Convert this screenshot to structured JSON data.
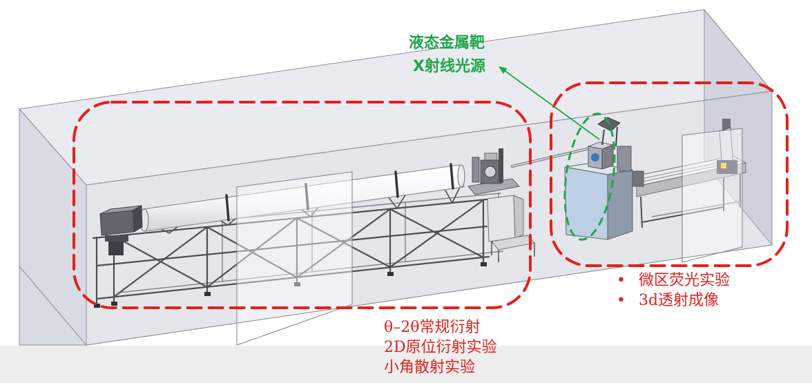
{
  "source_label": {
    "lines": [
      "液态金属靶",
      "X射线光源"
    ]
  },
  "right_station": {
    "bullet": "•",
    "items": [
      "微区荧光实验",
      "3d透射成像"
    ]
  },
  "left_station": {
    "lines": [
      "θ–2θ常规衍射",
      "2D原位衍射实验",
      "小角散射实验"
    ]
  },
  "colors": {
    "annotation_red": "#e3211c",
    "annotation_green": "#1fa64a",
    "enclosure": "#b9bece",
    "footer": "#eeeeee"
  }
}
